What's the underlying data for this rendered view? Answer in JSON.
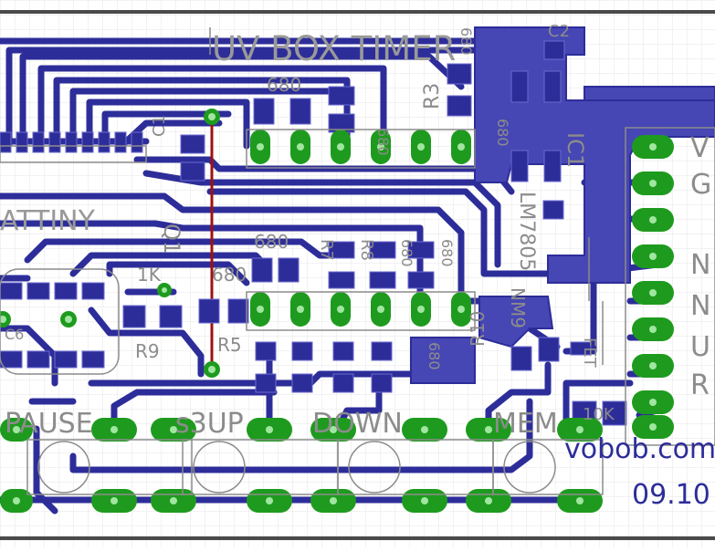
{
  "board": {
    "colors": {
      "background": "#ffffff",
      "grid": "#e6e6e6",
      "outline": "#4a4a4a",
      "copper_bottom": "#2d2d9a",
      "copper_bottom_fill": "#4646b4",
      "copper_top": "#a01010",
      "pad": "#1e9b1e",
      "pad_hole": "#a0e6a0",
      "silkscreen": "#8c8c8c",
      "label_blue": "#2d2d9a"
    },
    "silkscreen": {
      "title": "UV BOX TIMER",
      "part_labels": {
        "r680_top": "680",
        "r680_mid": "680",
        "r680_left": "680",
        "r680_lower": "680",
        "r680_vert_a": "680",
        "r680_vert_b": "680",
        "r680_vert_c": "680",
        "r680_vert_d": "680",
        "r680_vert_e": "680",
        "r3": "R3",
        "r7": "R7",
        "r8": "R8",
        "r9": "R9",
        "r5": "R5",
        "r10": "R10",
        "r10k": "10K",
        "r1k": "1K",
        "c2": "C2",
        "c1": "C1",
        "ic1": "IC1",
        "ic_part": "LM7805",
        "attiny": "ATTINY",
        "q1": "Q1",
        "mosfet": "FET",
        "ic_mid": "NM9",
        "c_side": "C6"
      }
    },
    "connector": {
      "labels": [
        "V",
        "G",
        "N",
        "N",
        "U",
        "R"
      ]
    },
    "buttons": {
      "pause": "PAUSE",
      "s3up": "s3UP",
      "down": "DOWN",
      "mem": "MEM"
    },
    "footer": {
      "website": "vobob.com",
      "date": "09.10"
    }
  }
}
